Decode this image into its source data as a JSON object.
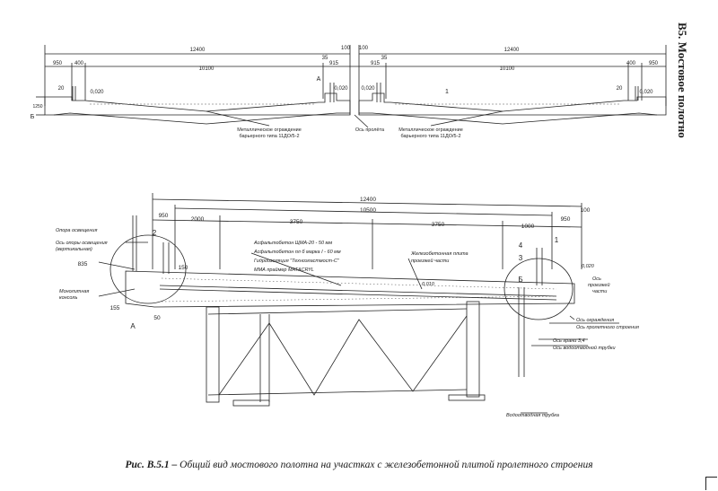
{
  "side_title": "В5. Мостовое полотно",
  "caption": {
    "label": "Рис. В.5.1 –",
    "text": "Общий вид мостового полотна на участках с железобетонной плитой пролетного строения"
  },
  "top_drawing": {
    "dims": {
      "total_left": "12400",
      "total_right": "12400",
      "gap_a": "100",
      "gap_b": "100",
      "left_950": "950",
      "left_400": "400",
      "left_10100": "10100",
      "left_915": "915",
      "left_35": "35",
      "right_915": "915",
      "right_35": "35",
      "right_10100": "10100",
      "right_400": "400",
      "right_950": "950"
    },
    "labels": {
      "elev_l1": "0,020",
      "elev_l2": "0,020",
      "elev_r1": "0,020",
      "elev_r2": "0,020",
      "slope_l": "20",
      "slope_r": "20",
      "mark_a": "А",
      "mark_b": "Б",
      "mark_1": "1",
      "left_h": "1250",
      "note_left_1": "Металлическое ограждение",
      "note_left_2": "барьерного типа 11ДО/5-2",
      "note_mid": "Ось пролёта",
      "note_right_1": "Металлическое ограждение",
      "note_right_2": "барьерного типа 11ДО/5-2"
    }
  },
  "main_drawing": {
    "dims": {
      "d12400": "12400",
      "d10500": "10500",
      "d950_left": "950",
      "d2000": "2000",
      "d3750_a": "3750",
      "d3750_b": "3750",
      "d1000": "1000",
      "d950_right": "950",
      "d100": "100",
      "d835": "835",
      "d50": "50",
      "d155": "155",
      "d150": "150"
    },
    "labels": {
      "opora": "Опора освещения",
      "os_opory_1": "Ось опоры освещения",
      "os_opory_2": "(вертикальная)",
      "monolit_1": "Монолитная",
      "monolit_2": "консоль",
      "layer_1": "Асфальтобетон ЩМА-20 - 50 мм",
      "layer_2": "Асфальтобетон пл б марка I - 60 мм",
      "layer_3": "Гидроизоляция \"Техноэластмост-С\"",
      "layer_4": "ММА праймер МАТАCRYL",
      "plita_1": "Железобетонная плита",
      "plita_2": "проезжей части",
      "elev_mid": "0,010",
      "elev_right": "0,020",
      "os_vody_1": "Ось",
      "os_vody_2": "проезжей",
      "os_vody_3": "части",
      "os_ograzhd": "Ось ограждения",
      "os_proleta": "Ось пролетного строения",
      "os_a": "Ось грани 3,4",
      "os_vodootv": "Ось водоотводной трубки",
      "truba": "Водоотводная трубка",
      "mark_a": "А",
      "mark_b": "Б",
      "mark_1": "1",
      "mark_2": "2",
      "mark_3": "3",
      "mark_4": "4"
    }
  }
}
